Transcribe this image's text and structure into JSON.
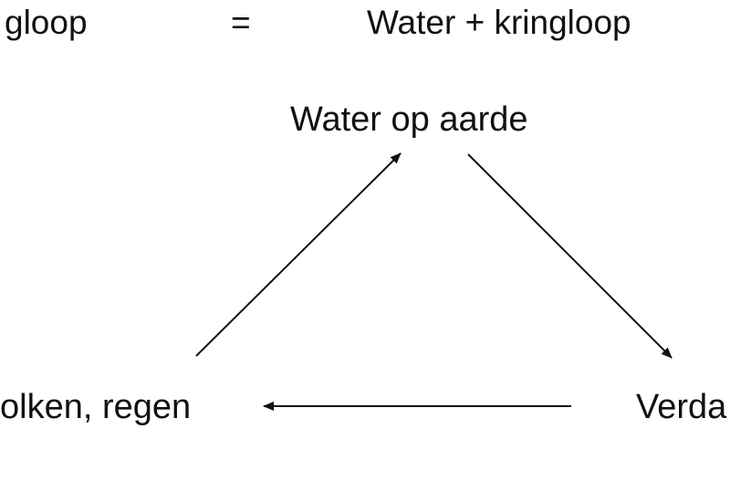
{
  "title": {
    "left": "gloop",
    "equals": "=",
    "right": "Water + kringloop"
  },
  "nodes": {
    "top": "Water op aarde",
    "left": "olken, regen",
    "right": "Verda"
  },
  "colors": {
    "text": "#111111",
    "arrow": "#111111",
    "background": "#ffffff"
  }
}
